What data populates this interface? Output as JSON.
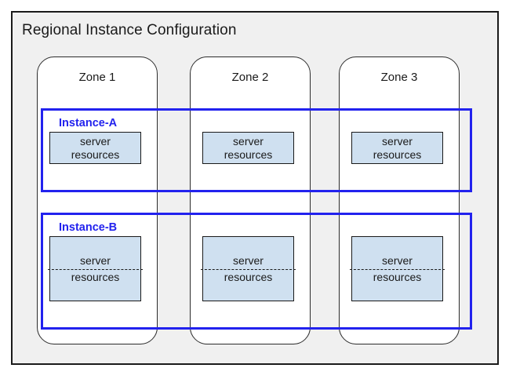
{
  "diagram": {
    "title": "Regional Instance Configuration",
    "background_color": "#f0f0f0",
    "border_color": "#1a1a1a",
    "accent_color": "#2222ee",
    "resource_fill_color": "#cfe0f0"
  },
  "zones": [
    {
      "label": "Zone 1"
    },
    {
      "label": "Zone 2"
    },
    {
      "label": "Zone 3"
    }
  ],
  "instances": [
    {
      "label": "Instance-A",
      "resources": [
        {
          "line1": "server",
          "line2": "resources",
          "divided": false
        },
        {
          "line1": "server",
          "line2": "resources",
          "divided": false
        },
        {
          "line1": "server",
          "line2": "resources",
          "divided": false
        }
      ]
    },
    {
      "label": "Instance-B",
      "resources": [
        {
          "line1": "server",
          "line2": "resources",
          "divided": true
        },
        {
          "line1": "server",
          "line2": "resources",
          "divided": true
        },
        {
          "line1": "server",
          "line2": "resources",
          "divided": true
        }
      ]
    }
  ]
}
